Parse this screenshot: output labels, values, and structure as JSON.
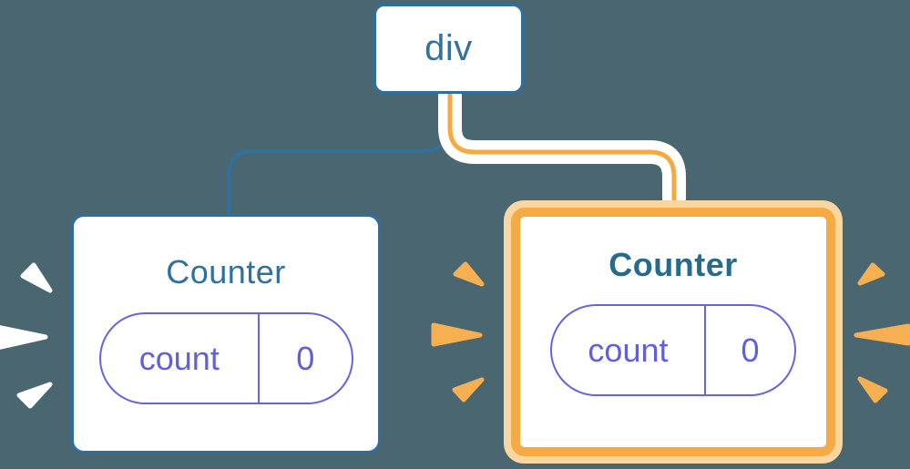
{
  "diagram": {
    "root_node": {
      "label": "div"
    },
    "children": [
      {
        "title": "Counter",
        "state": {
          "name": "count",
          "value": "0"
        },
        "highlighted": false
      },
      {
        "title": "Counter",
        "state": {
          "name": "count",
          "value": "0"
        },
        "highlighted": true
      }
    ],
    "colors": {
      "background": "#4A6670",
      "node_border_blue": "#2E6F9F",
      "node_text_blue": "#33719F",
      "title_blue": "#2F70A1",
      "title_blue_bold": "#266B8C",
      "state_purple": "#6060DB",
      "highlight_orange": "#F5AA45",
      "highlight_orange_pale": "#FAD7A0",
      "connector_blue": "#2E72A4",
      "flash_ray_white": "#FFFFFF",
      "flash_ray_orange": "#F6B052"
    }
  }
}
